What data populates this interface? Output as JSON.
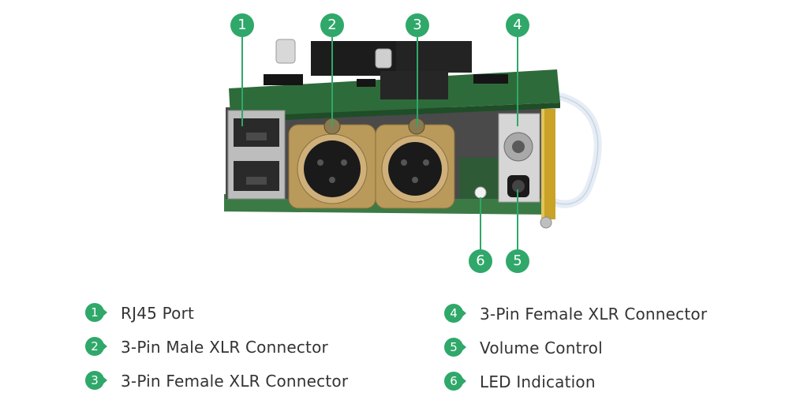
{
  "callouts": [
    {
      "num": "1",
      "label": "RJ45 Port"
    },
    {
      "num": "2",
      "label": "3-Pin Male XLR Connector"
    },
    {
      "num": "3",
      "label": "3-Pin Female XLR Connector"
    },
    {
      "num": "4",
      "label": "3-Pin Female XLR Connector"
    },
    {
      "num": "5",
      "label": "Volume Control"
    },
    {
      "num": "6",
      "label": "LED Indication"
    }
  ],
  "colors": {
    "accent": "#2fa86a",
    "text": "#333333",
    "pcb": "#2e6b3a"
  }
}
